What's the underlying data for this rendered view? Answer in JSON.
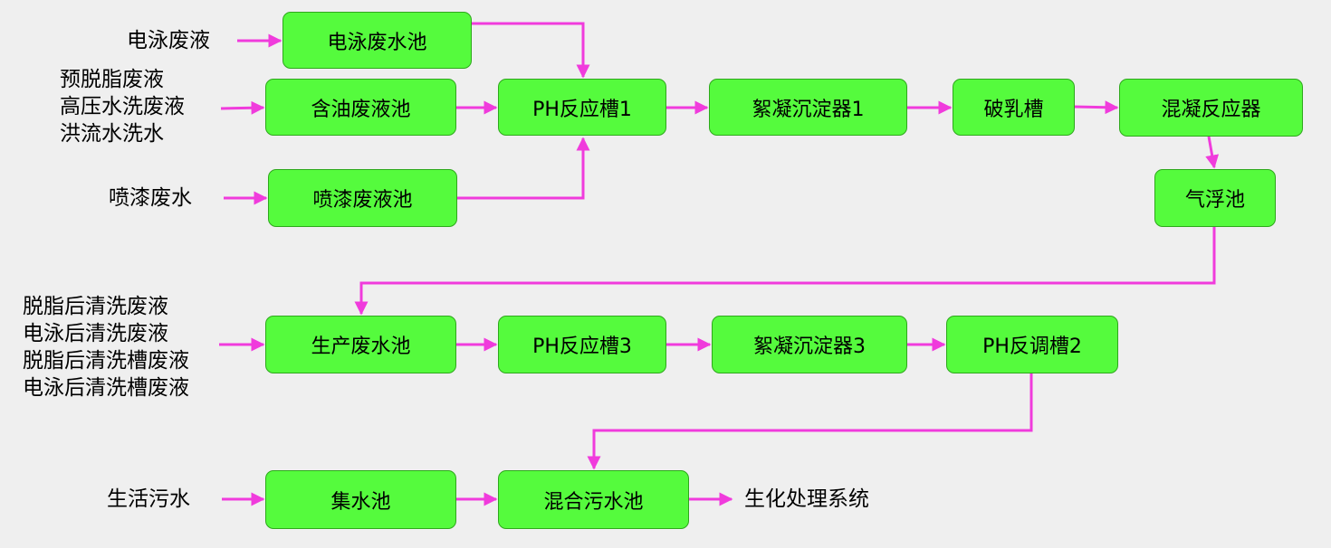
{
  "colors": {
    "background": "#efefef",
    "box_fill": "#55fb3d",
    "box_border": "#2ea81c",
    "arrow": "#f03bdc",
    "text": "#000000"
  },
  "inputs": {
    "electrophoresis_waste": "电泳废液",
    "oily_group": [
      "预脱脂废液",
      "高压水洗废液",
      "洪流水洗水"
    ],
    "spray_paint": "喷漆废水",
    "rinse_group": [
      "脱脂后清洗废液",
      "电泳后清洗废液",
      "脱脂后清洗槽废液",
      "电泳后清洗槽废液"
    ],
    "domestic": "生活污水"
  },
  "nodes": {
    "ep_tank": "电泳废水池",
    "oil_tank": "含油废液池",
    "ph1": "PH反应槽1",
    "floc1": "絮凝沉淀器1",
    "demulsify": "破乳槽",
    "coag": "混凝反应器",
    "paint_tank": "喷漆废液池",
    "flotation": "气浮池",
    "prod_tank": "生产废水池",
    "ph3": "PH反应槽3",
    "floc3": "絮凝沉淀器3",
    "ph_adjust2": "PH反调槽2",
    "collect": "集水池",
    "mix": "混合污水池"
  },
  "output": "生化处理系统"
}
